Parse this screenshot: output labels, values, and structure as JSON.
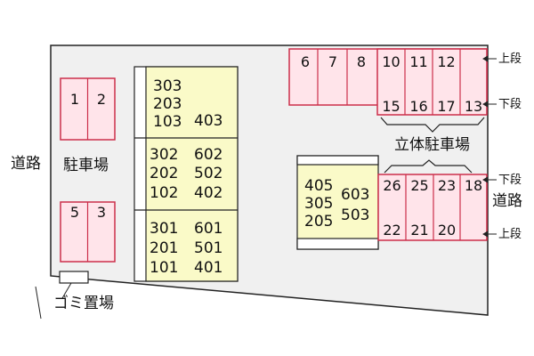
{
  "colors": {
    "site_fill": "#f0f0f0",
    "parking_fill": "#ffe4ea",
    "parking_stroke": "#cc2f4a",
    "building_fill": "#fafac8",
    "outline": "#222222"
  },
  "labels": {
    "road_left": "道路",
    "road_right": "道路",
    "parking_lot": "駐車場",
    "garbage": "ゴミ置場",
    "multilevel_parking": "立体駐車場",
    "upper_top": "上段",
    "lower_top": "下段",
    "lower_bottom": "下段",
    "upper_bottom": "上段"
  },
  "parking_left": {
    "top": [
      "1",
      "2"
    ],
    "bottom": [
      "5",
      "3"
    ]
  },
  "multilevel_top": {
    "upper": [
      "6",
      "7",
      "8",
      "10",
      "11",
      "12"
    ],
    "lower": [
      "15",
      "16",
      "17",
      "13"
    ]
  },
  "multilevel_bottom": {
    "upper": [
      "26",
      "25",
      "23",
      "18"
    ],
    "lower": [
      "22",
      "21",
      "20"
    ]
  },
  "building_a": {
    "floor3": {
      "left": [
        "303",
        "203",
        "103"
      ],
      "right": [
        "403"
      ]
    },
    "floor2": {
      "left": [
        "302",
        "202",
        "102"
      ],
      "right": [
        "602",
        "502",
        "402"
      ]
    },
    "floor1": {
      "left": [
        "301",
        "201",
        "101"
      ],
      "right": [
        "601",
        "501",
        "401"
      ]
    }
  },
  "building_b": {
    "left": [
      "405",
      "305",
      "205"
    ],
    "right": [
      "603",
      "503"
    ]
  }
}
